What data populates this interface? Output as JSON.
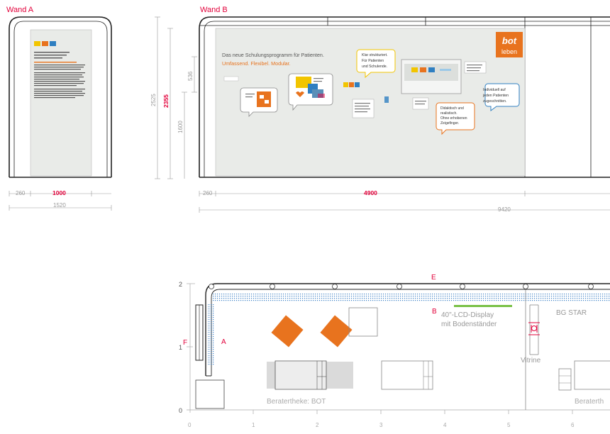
{
  "wall_a": {
    "title": "Wand A",
    "dims": {
      "panel_offset": "260",
      "panel_width": "1000",
      "total_width": "1520"
    }
  },
  "wall_b": {
    "title": "Wand B",
    "dims": {
      "panel_offset": "260",
      "panel_width": "4900",
      "total_width": "9420",
      "total_height": "2525",
      "panel_height": "2355",
      "lower_height": "1600",
      "upper_height": "536"
    },
    "headline": "Das neue Schulungsprogramm für Patienten.",
    "subline": "Umfassend. Flexibel. Modular.",
    "logo": {
      "line1": "bot",
      "line2": "leben"
    },
    "bubbles": {
      "structured": [
        "Klar strukturiert.",
        "Für Patienten",
        "und Schulende."
      ],
      "individual": [
        "Individuell auf",
        "jeden Patienten",
        "zugeschnitten."
      ],
      "didactic": [
        "Didaktisch und",
        "realistisch.",
        "Ohne erhobenen",
        "Zeigefinger."
      ]
    }
  },
  "floor_plan": {
    "labels": {
      "wall_a": "A",
      "wall_b": "B",
      "wall_e": "E",
      "wall_f": "F",
      "lcd": [
        "40\"-LCD-Display",
        "mit Bodenständer"
      ],
      "bg_star": "BG STAR",
      "vitrine": "Vitrine",
      "counter_bot": "Beratertheke: BOT",
      "counter_2": "Beraterth"
    },
    "y_axis": [
      "2",
      "1",
      "0"
    ],
    "x_axis": [
      "0",
      "1",
      "2",
      "3",
      "4",
      "5",
      "6"
    ]
  },
  "colors": {
    "accent_red": "#e2003a",
    "orange": "#e8731e",
    "blue": "#2f7fc1",
    "green": "#78c044",
    "gray": "#555555"
  }
}
